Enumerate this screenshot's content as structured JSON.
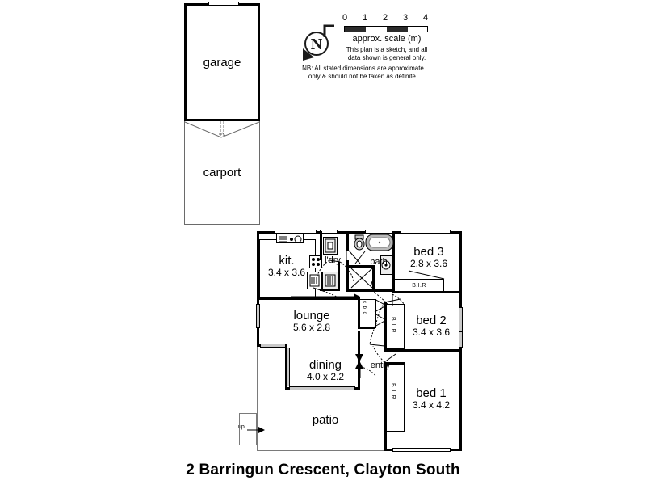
{
  "title": "2 Barringun Crescent, Clayton South",
  "legend": {
    "compass_label": "N",
    "scale_caption": "approx. scale (m)",
    "scale_ticks": [
      "0",
      "1",
      "2",
      "3",
      "4"
    ],
    "disclaimer_line1": "This plan is a sketch, and all",
    "disclaimer_line2": "data shown is general only.",
    "note_line1": "NB: All stated dimensions are approximate",
    "note_line2": "only & should not be taken as definite."
  },
  "outbuildings": [
    {
      "name": "garage",
      "dim": ""
    },
    {
      "name": "carport",
      "dim": ""
    }
  ],
  "rooms": [
    {
      "name": "kit.",
      "dim": "3.4 x 3.6"
    },
    {
      "name": "l'dry",
      "dim": ""
    },
    {
      "name": "bath",
      "dim": ""
    },
    {
      "name": "bed 3",
      "dim": "2.8 x 3.6"
    },
    {
      "name": "lounge",
      "dim": "5.6 x 2.8"
    },
    {
      "name": "bed 2",
      "dim": "3.4 x 3.6"
    },
    {
      "name": "dining",
      "dim": "4.0 x 2.2"
    },
    {
      "name": "bed 1",
      "dim": "3.4 x 4.2"
    },
    {
      "name": "patio",
      "dim": ""
    },
    {
      "name": "entry",
      "dim": ""
    }
  ],
  "annotations": {
    "bir_horizontal": "B.I.R",
    "bir_vertical": "B I R",
    "cupboard_vertical": "c b d",
    "up_marker": "up"
  },
  "colors": {
    "wall": "#000000",
    "window": "#c9c9c9",
    "thin_line": "#4a4a4a",
    "text": "#000000"
  }
}
